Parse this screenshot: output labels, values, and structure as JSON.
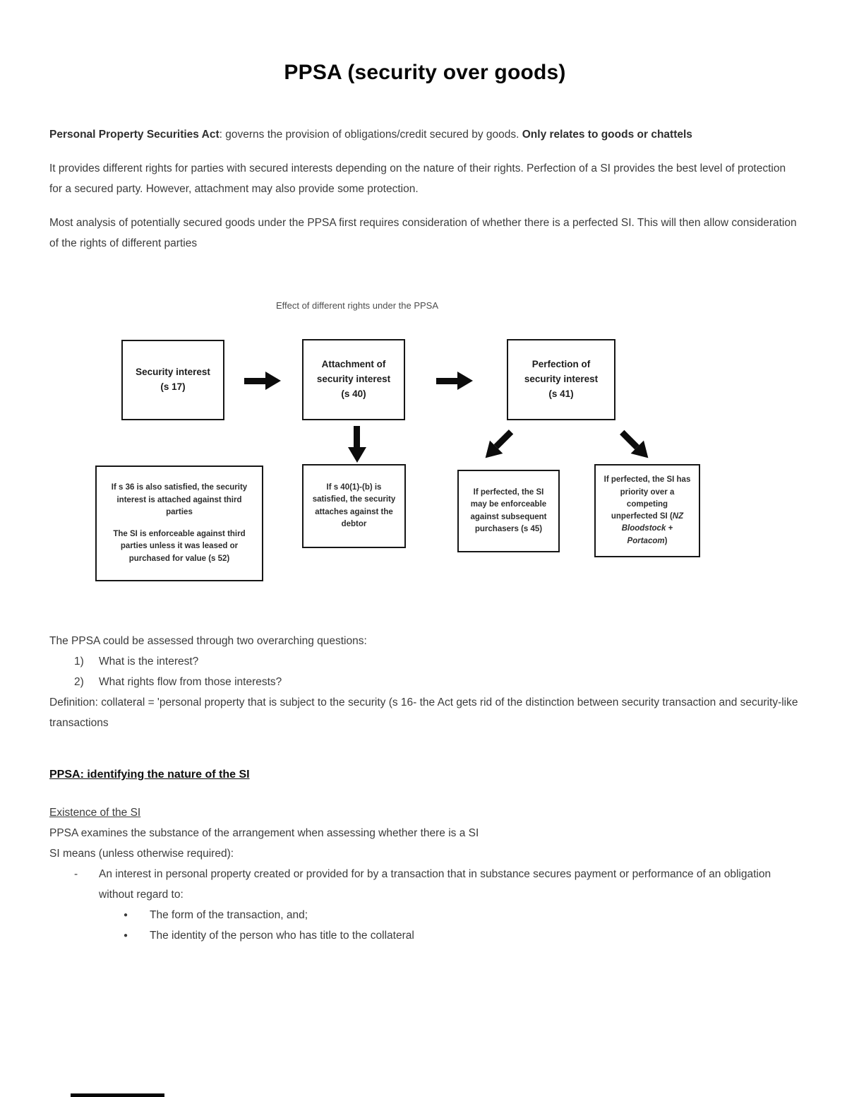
{
  "title": "PPSA (security over goods)",
  "intro": {
    "p1_bold_lead": "Personal Property Securities Act",
    "p1_body": ": governs the provision of obligations/credit secured by goods. ",
    "p1_bold_tail": "Only relates to goods or chattels",
    "p2": "It provides different rights for parties with secured interests depending on the nature of their rights. Perfection of a SI provides the best level of protection for a secured party. However, attachment may also provide some protection.",
    "p3": "Most analysis of potentially secured goods under the PPSA first requires consideration of whether there is a perfected SI. This will then allow consideration of the rights of different parties"
  },
  "diagram": {
    "caption": "Effect of different rights under the PPSA",
    "boxes": {
      "security": "Security interest\n(s 17)",
      "attachment": "Attachment of\nsecurity interest\n(s 40)",
      "perfection": "Perfection of\nsecurity interest\n(s 41)",
      "s36_p1": "If s 36 is also satisfied, the security interest is attached against third parties",
      "s36_p2": "The SI is enforceable against third parties unless it was leased or purchased for value (s 52)",
      "s40": "If s 40(1)-(b) is\nsatisfied, the security\nattaches against the\ndebtor",
      "s45": "If perfected, the SI\nmay be enforceable\nagainst subsequent\npurchasers (s 45)",
      "priority_pre": "If perfected, the SI has priority over a competing unperfected SI (",
      "priority_italic": "NZ Bloodstock + Portacom",
      "priority_post": ")"
    }
  },
  "questions": {
    "intro": "The PPSA could be assessed through two overarching questions:",
    "items": [
      {
        "num": "1)",
        "text": "What is the interest?"
      },
      {
        "num": "2)",
        "text": "What rights flow from those interests?"
      }
    ]
  },
  "definition": "Definition: collateral = 'personal property that is subject to the security (s 16- the Act gets rid of the distinction between security transaction and security-like transactions",
  "nature_section": {
    "heading": "PPSA: identifying the nature of the SI",
    "existence_heading": "Existence of the SI",
    "existence_body": "PPSA examines the substance of the arrangement when assessing whether there is a SI",
    "si_means_intro": "SI means (unless otherwise required):",
    "dash_marker": "-",
    "dash_text": "An interest in personal property created or provided for by a transaction that in substance secures payment or performance of an obligation without regard to:",
    "bullet_marker": "●",
    "bullets": [
      "The form of the transaction, and;",
      "The identity of the person who has title to the collateral"
    ]
  }
}
